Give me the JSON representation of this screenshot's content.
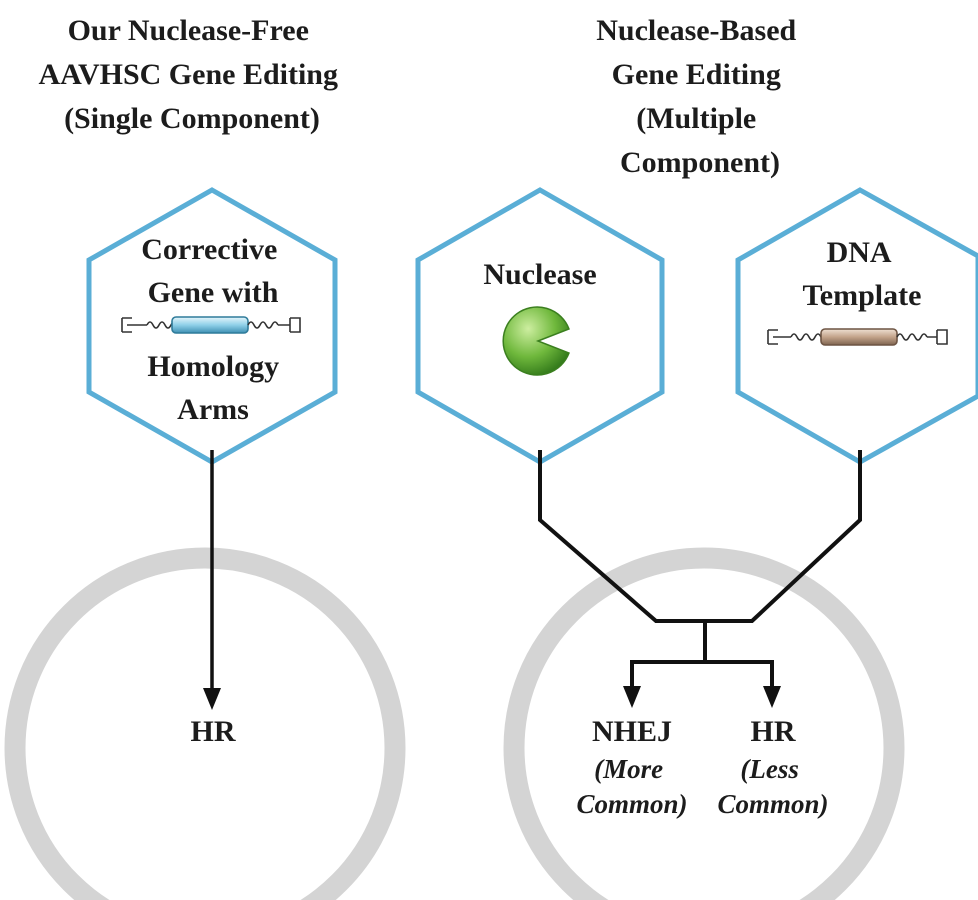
{
  "left_panel": {
    "title_lines": [
      "Our Nuclease-Free",
      "AAVHSC  Gene Editing",
      "(Single  Component)"
    ],
    "hexagon_label_top": [
      "Corrective",
      "Gene with"
    ],
    "hexagon_label_bottom": [
      "Homology",
      "Arms"
    ],
    "cell_label": "HR"
  },
  "right_panel": {
    "title_lines": [
      "Nuclease-Based",
      "Gene Editing",
      "(Multiple",
      "Component)"
    ],
    "nuclease_label": "Nuclease",
    "template_label_lines": [
      "DNA",
      "Template"
    ],
    "outcome_left": {
      "label": "NHEJ",
      "note_lines": [
        "(More",
        "Common)"
      ]
    },
    "outcome_right": {
      "label": "HR",
      "note_lines": [
        "(Less",
        "Common)"
      ]
    }
  },
  "colors": {
    "hexagon_stroke": "#5aaed6",
    "cell_ring": "#d4d4d4",
    "arrow": "#111111",
    "nuclease": "#6fb83c",
    "gene_insert_blue": "#9fd6ea",
    "gene_insert_tan": "#c9ab95"
  },
  "icons": [
    "gene-cassette-icon",
    "nuclease-pacman-icon",
    "dna-template-cassette-icon"
  ]
}
